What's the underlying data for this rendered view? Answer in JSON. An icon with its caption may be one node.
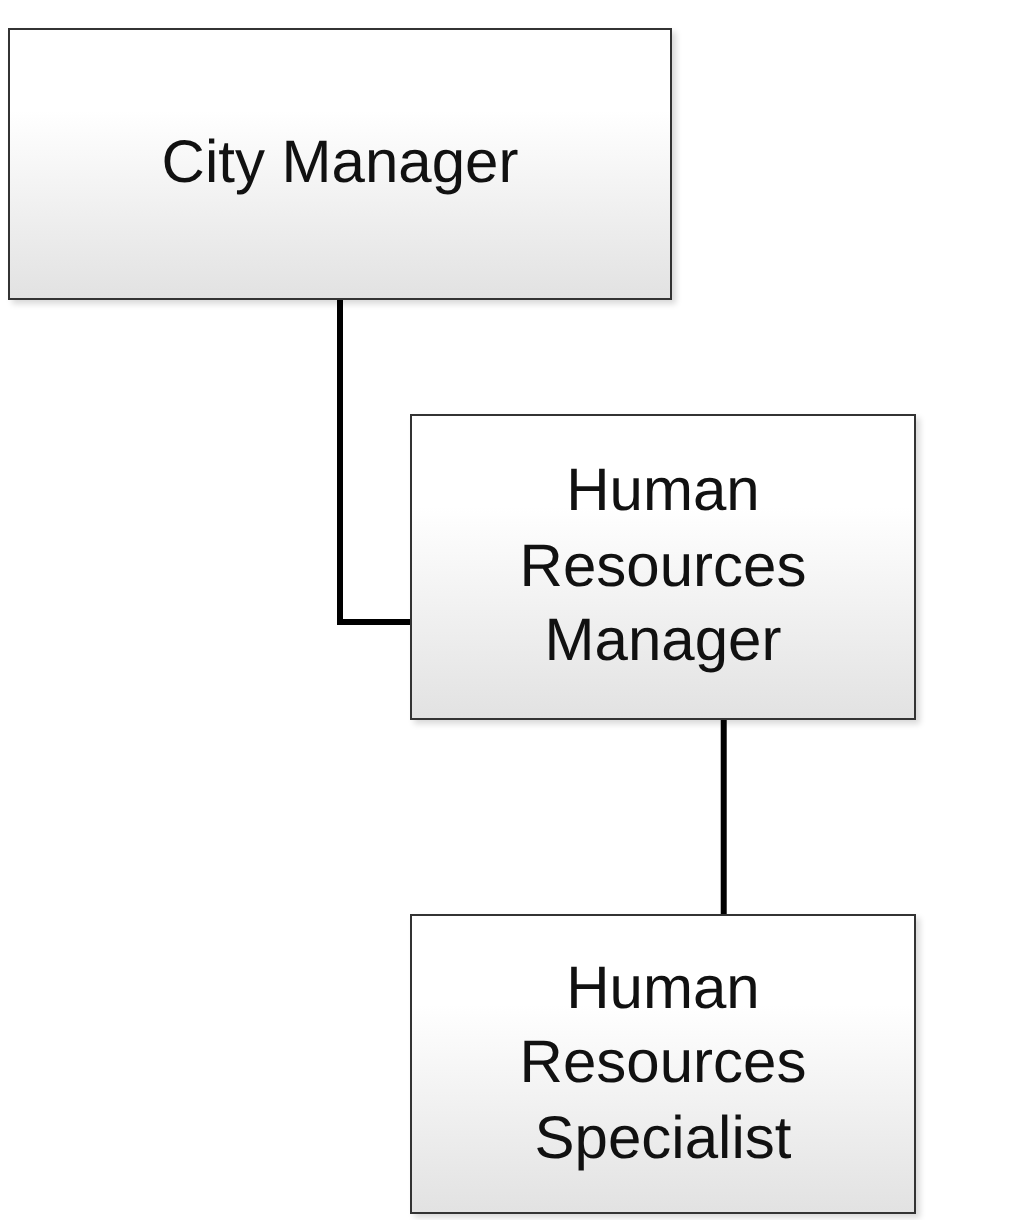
{
  "diagram": {
    "nodes": [
      {
        "text": [
          "City Manager"
        ]
      },
      {
        "text": [
          "Human Resources Manager"
        ]
      },
      {
        "text": [
          "Human Resources Specialist"
        ]
      }
    ],
    "edges": [
      {
        "from": 0,
        "to": 1,
        "arrow": "none"
      },
      {
        "from": 1,
        "to": 2,
        "arrow": "none"
      }
    ]
  }
}
